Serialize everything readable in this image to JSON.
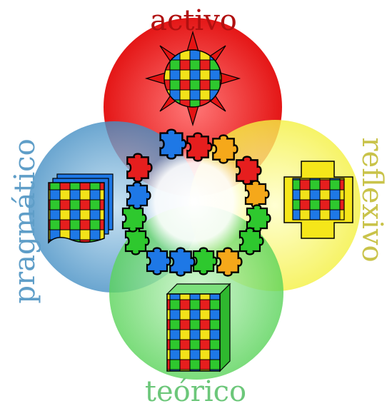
{
  "labels": {
    "top": "activo",
    "right": "reflexivo",
    "bottom": "teórico",
    "left": "pragmático"
  },
  "colors": {
    "activo": "#e41414",
    "reflexivo": "#f6f24a",
    "teorico": "#5fd35f",
    "pragmatico": "#3f8ec2",
    "activo_text": "#b01010",
    "reflexivo_text": "#c9c34a",
    "teorico_text": "#6cc77a",
    "pragmatico_text": "#5f9ec8",
    "piece_red": "#e61e1e",
    "piece_blue": "#1e78e6",
    "piece_yellow": "#f2c21a",
    "piece_green": "#2ec82e",
    "piece_orange": "#f5a81a"
  },
  "icons": {
    "top": "sun-puzzle-icon",
    "right": "cross-puzzle-icon",
    "bottom": "cube-puzzle-icon",
    "left": "pages-puzzle-icon",
    "center": "puzzle-ring-icon"
  }
}
